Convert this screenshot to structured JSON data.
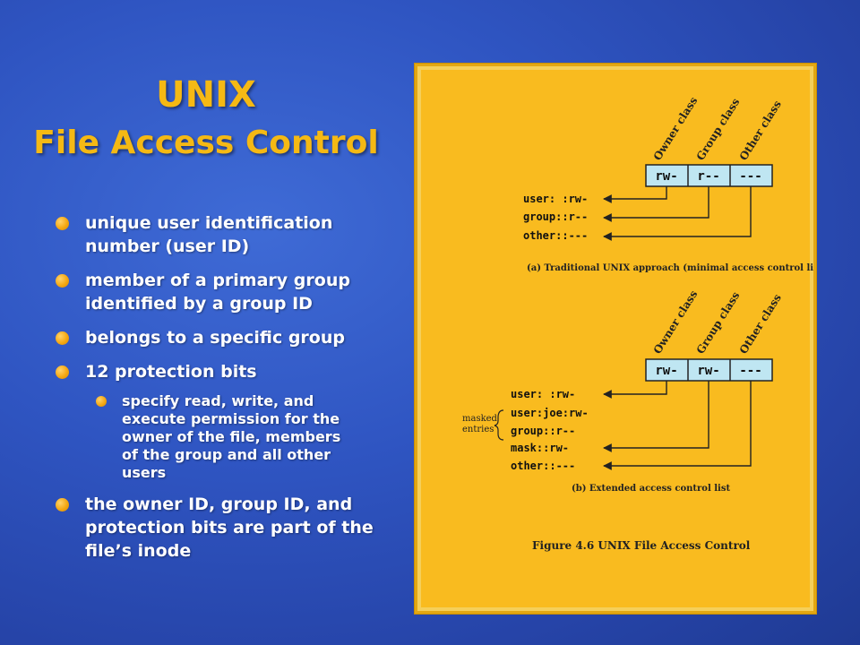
{
  "title": {
    "line1": "UNIX",
    "line2": "File Access Control"
  },
  "bullets": [
    "unique user identification number (user ID)",
    "member of a primary group identified by a group ID",
    "belongs to a specific group",
    "12 protection bits",
    "specify read, write, and execute permission for the owner of the file, members of the group and all other users",
    "the owner ID, group ID, and protection bits are part of the file’s inode"
  ],
  "figure": {
    "a": {
      "class_labels": [
        "Owner class",
        "Group class",
        "Other class"
      ],
      "bits": [
        "rw-",
        "r--",
        "---"
      ],
      "entries": [
        "user: :rw-",
        "group::r--",
        "other::---"
      ],
      "caption": "(a) Traditional UNIX approach (minimal access control list)"
    },
    "b": {
      "class_labels": [
        "Owner class",
        "Group class",
        "Other class"
      ],
      "bits": [
        "rw-",
        "rw-",
        "---"
      ],
      "entries": [
        "user: :rw-",
        "user:joe:rw-",
        "group::r--",
        "mask::rw-",
        "other::---"
      ],
      "masked_label_1": "masked",
      "masked_label_2": "entries",
      "caption": "(b) Extended access control list"
    },
    "figure_caption": "Figure 4.6   UNIX File Access Control"
  },
  "colors": {
    "title": "#f5b914",
    "background": "#2f55c2",
    "figure_bg": "#f9bb1f",
    "bits_box": "#bfe6f2"
  }
}
